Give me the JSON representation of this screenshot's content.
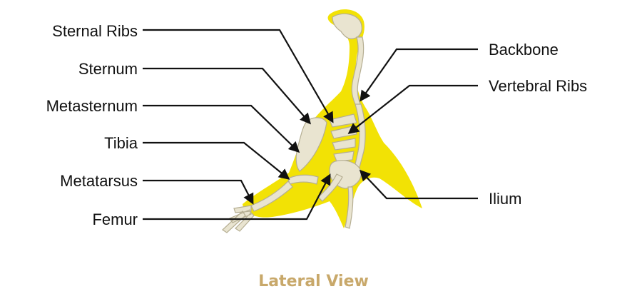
{
  "labels": {
    "sternal_ribs": "Sternal Ribs",
    "sternum": "Sternum",
    "metasternum": "Metasternum",
    "tibia": "Tibia",
    "metatarsus": "Metatarsus",
    "femur": "Femur",
    "backbone": "Backbone",
    "vertebral_ribs": "Vertebral Ribs",
    "ilium": "Ilium"
  },
  "caption": "Lateral View",
  "colors": {
    "body_silhouette": "#f2e205",
    "bone": "#e9e4d0",
    "bone_stroke": "#b5ae92",
    "leader_line": "#111111",
    "caption": "#c8a86a"
  }
}
